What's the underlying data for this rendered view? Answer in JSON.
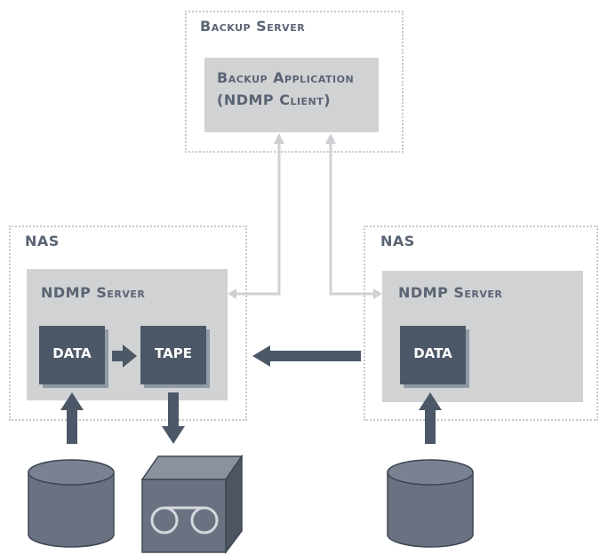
{
  "backup_server": {
    "title": "Backup Server",
    "app_line1": "Backup Application",
    "app_line2": "(NDMP Client)"
  },
  "nas_left": {
    "title": "NAS",
    "server_title": "NDMP Server",
    "data_label": "DATA",
    "tape_label": "TAPE"
  },
  "nas_right": {
    "title": "NAS",
    "server_title": "NDMP Server",
    "data_label": "DATA"
  },
  "colors": {
    "block": "#4c5867",
    "panel": "#d1d2d4",
    "label": "#5a6474",
    "connector": "#cfd0d3",
    "device": "#6a7282"
  }
}
